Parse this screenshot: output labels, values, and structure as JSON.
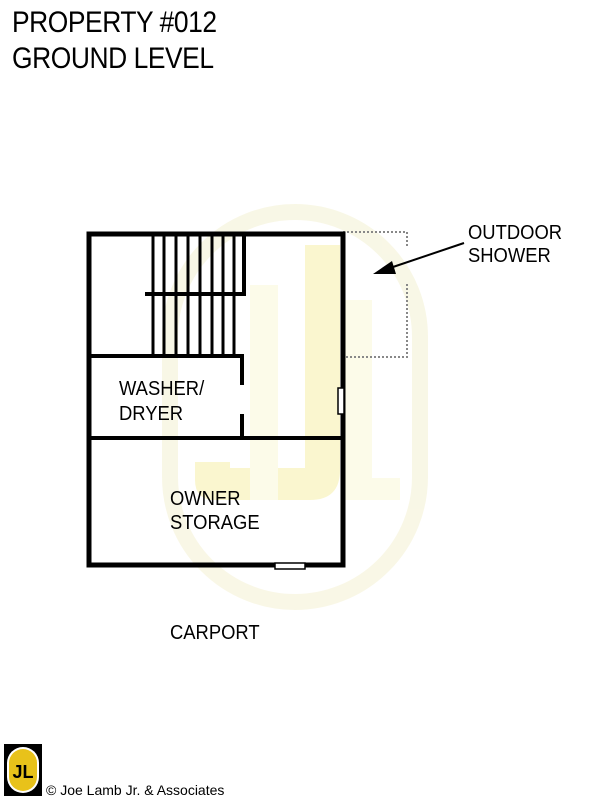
{
  "header": {
    "line1": "PROPERTY #012",
    "line2": "GROUND LEVEL"
  },
  "rooms": {
    "washer_line1": "WASHER/",
    "washer_line2": "DRYER",
    "storage_line1": "OWNER",
    "storage_line2": "STORAGE"
  },
  "annotations": {
    "shower_line1": "OUTDOOR",
    "shower_line2": "SHOWER",
    "carport": "CARPORT"
  },
  "watermark": {
    "logo_text": "JL",
    "color": "#f3efb0"
  },
  "footer": {
    "copyright": "© Joe Lamb Jr. & Associates",
    "logo_text": "JL",
    "logo_bg": "#000000",
    "logo_fill": "#e8c21a"
  }
}
